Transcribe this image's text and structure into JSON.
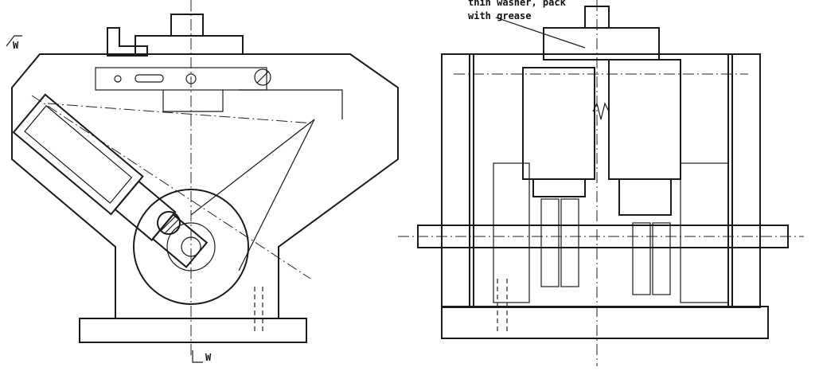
{
  "labels": {
    "section_mark_top": "W",
    "section_mark_bottom": "W",
    "note_line1": "thin washer, pack",
    "note_line2": "with grease"
  }
}
